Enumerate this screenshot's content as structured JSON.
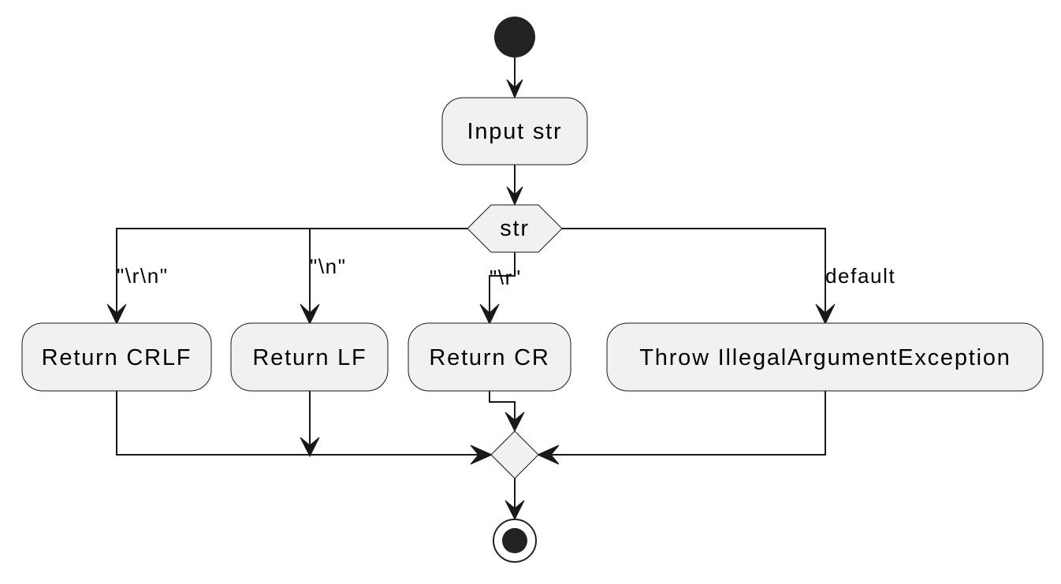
{
  "nodes": {
    "input": "Input str",
    "decision": "str",
    "return_crlf": "Return CRLF",
    "return_lf": "Return LF",
    "return_cr": "Return CR",
    "throw": "Throw IllegalArgumentException"
  },
  "branches": {
    "crlf": "\"\\r\\n\"",
    "lf": "\"\\n\"",
    "cr": "\"\\r\"",
    "default": "default"
  }
}
